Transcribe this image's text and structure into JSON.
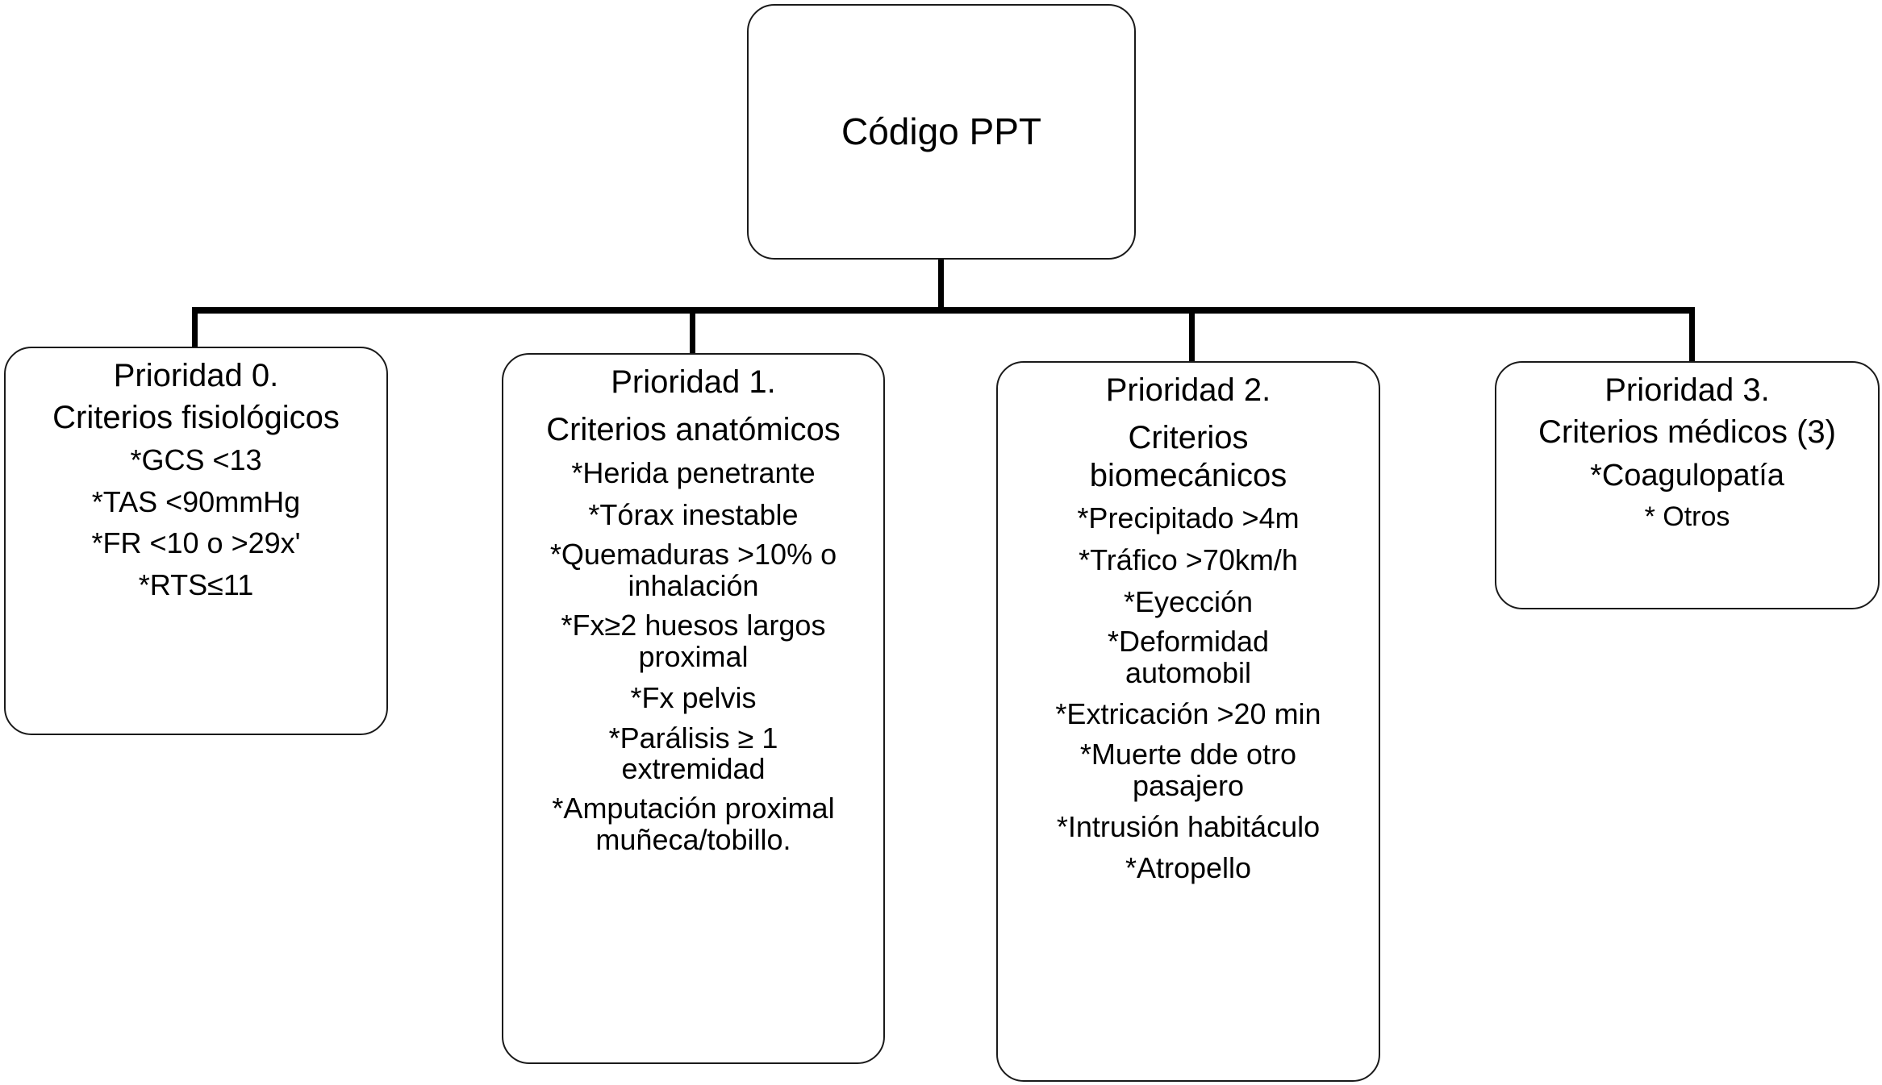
{
  "diagram": {
    "title": "Código PPT triage flowchart",
    "root": {
      "label": "Código PPT"
    },
    "nodes": [
      {
        "id": "prioridad-0",
        "heading": [
          "Prioridad 0.",
          "Criterios fisiológicos"
        ],
        "criteria": [
          "*GCS <13",
          "*TAS <90mmHg",
          "*FR <10 o >29x'",
          "*RTS≤11"
        ]
      },
      {
        "id": "prioridad-1",
        "heading": [
          "Prioridad 1.",
          "Criterios anatómicos"
        ],
        "criteria": [
          "*Herida penetrante",
          "*Tórax inestable",
          "*Quemaduras >10% o inhalación",
          "*Fx≥2 huesos largos proximal",
          "*Fx pelvis",
          "*Parálisis ≥ 1 extremidad",
          "*Amputación proximal muñeca/tobillo."
        ]
      },
      {
        "id": "prioridad-2",
        "heading": [
          "Prioridad 2.",
          "Criterios biomecánicos"
        ],
        "criteria": [
          "*Precipitado >4m",
          "*Tráfico >70km/h",
          "*Eyección",
          "*Deformidad automobil",
          "*Extricación >20 min",
          "*Muerte dde otro pasajero",
          "*Intrusión habitáculo",
          "*Atropello"
        ]
      },
      {
        "id": "prioridad-3",
        "heading": [
          "Prioridad 3.",
          "Criterios médicos (3)"
        ],
        "criteria": [
          "*Coagulopatía",
          "* Otros"
        ]
      }
    ],
    "colors": {
      "stroke": "#1a1a1a",
      "connector": "#000000",
      "background": "#ffffff",
      "text": "#000000"
    }
  }
}
